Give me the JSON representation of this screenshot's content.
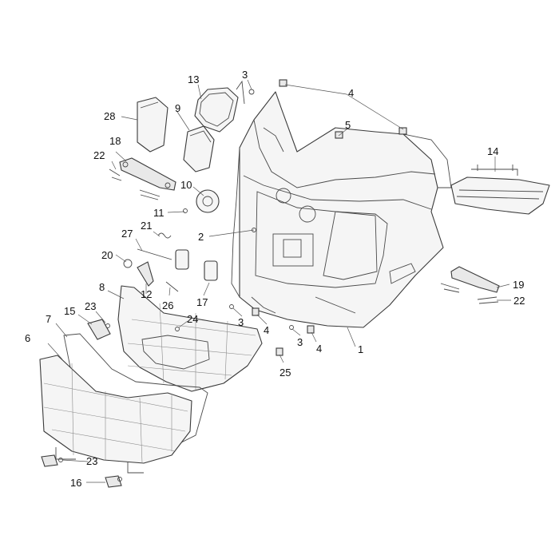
{
  "diagram": {
    "callouts": [
      {
        "id": "c1",
        "label": "1"
      },
      {
        "id": "c2",
        "label": "2"
      },
      {
        "id": "c3a",
        "label": "3"
      },
      {
        "id": "c3b",
        "label": "3"
      },
      {
        "id": "c3c",
        "label": "3"
      },
      {
        "id": "c4a",
        "label": "4"
      },
      {
        "id": "c4b",
        "label": "4"
      },
      {
        "id": "c4c",
        "label": "4"
      },
      {
        "id": "c5",
        "label": "5"
      },
      {
        "id": "c6",
        "label": "6"
      },
      {
        "id": "c7",
        "label": "7"
      },
      {
        "id": "c8",
        "label": "8"
      },
      {
        "id": "c9",
        "label": "9"
      },
      {
        "id": "c10",
        "label": "10"
      },
      {
        "id": "c11",
        "label": "11"
      },
      {
        "id": "c12",
        "label": "12"
      },
      {
        "id": "c13",
        "label": "13"
      },
      {
        "id": "c14",
        "label": "14"
      },
      {
        "id": "c15",
        "label": "15"
      },
      {
        "id": "c16",
        "label": "16"
      },
      {
        "id": "c17",
        "label": "17"
      },
      {
        "id": "c18",
        "label": "18"
      },
      {
        "id": "c19",
        "label": "19"
      },
      {
        "id": "c20",
        "label": "20"
      },
      {
        "id": "c21",
        "label": "21"
      },
      {
        "id": "c22a",
        "label": "22"
      },
      {
        "id": "c22b",
        "label": "22"
      },
      {
        "id": "c23a",
        "label": "23"
      },
      {
        "id": "c23b",
        "label": "23"
      },
      {
        "id": "c24",
        "label": "24"
      },
      {
        "id": "c25",
        "label": "25"
      },
      {
        "id": "c26",
        "label": "26"
      },
      {
        "id": "c27",
        "label": "27"
      },
      {
        "id": "c28",
        "label": "28"
      }
    ]
  }
}
